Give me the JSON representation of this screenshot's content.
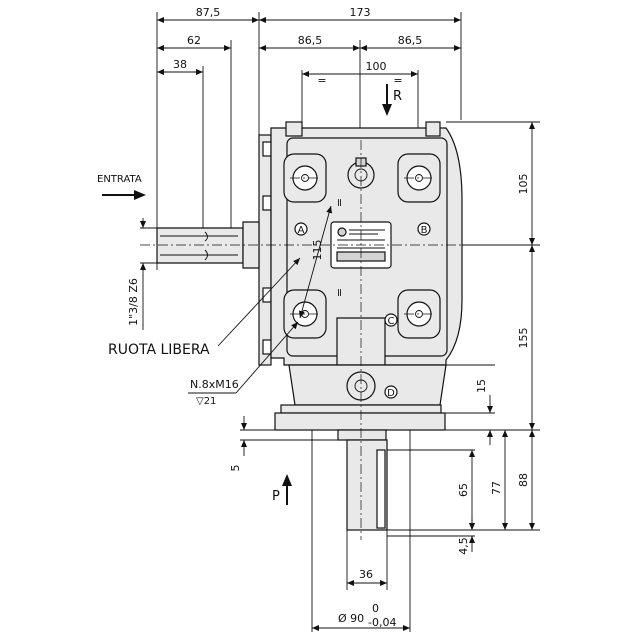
{
  "dimensions": {
    "d_87_5": "87,5",
    "d_173": "173",
    "d_62": "62",
    "d_86_5_left": "86,5",
    "d_86_5_right": "86,5",
    "d_38": "38",
    "d_100": "100",
    "d_105": "105",
    "d_115": "115",
    "d_155": "155",
    "d_15": "15",
    "d_5": "5",
    "d_65": "65",
    "d_77": "77",
    "d_88": "88",
    "d_4_5": "4,5",
    "d_36": "36",
    "d_90_main": "Ø 90",
    "d_90_upper_tol": "0",
    "d_90_lower_tol": "-0,04"
  },
  "labels": {
    "entrata": "ENTRATA",
    "r_arrow": "R",
    "p_arrow": "P",
    "shaft_spec": "1\"3/8 Z6",
    "ruota_libera": "RUOTA LIBERA",
    "bolt_spec": "N.8xM16",
    "bolt_depth": "▽21",
    "marker_a": "A",
    "marker_b": "B",
    "marker_c": "C",
    "marker_d": "D",
    "equal_mark": "="
  }
}
